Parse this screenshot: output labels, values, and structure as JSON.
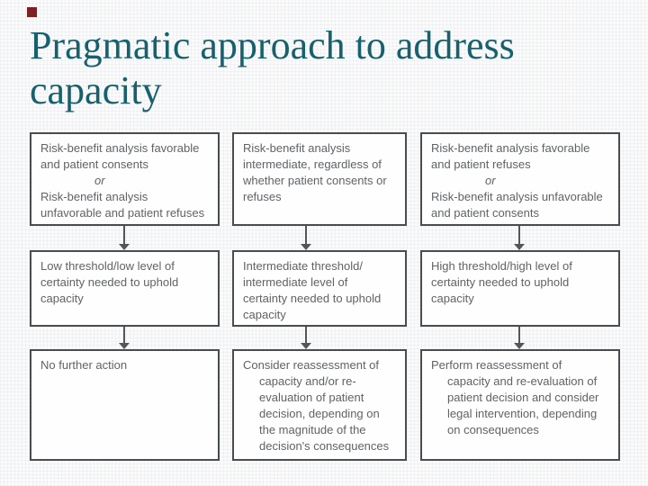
{
  "slide": {
    "title": "Pragmatic approach to address capacity"
  },
  "colors": {
    "title": "#17616e",
    "accent_square": "#7a2125",
    "box_border": "#4a4d50",
    "box_text": "#5f6367",
    "arrow": "#54575a"
  },
  "flowchart": {
    "row1": {
      "col1": {
        "part1": "Risk-benefit analysis favorable and patient consents",
        "connector": "or",
        "part2": "Risk-benefit analysis unfavorable and patient refuses"
      },
      "col2": {
        "text": "Risk-benefit analysis intermediate, regardless of whether patient consents or refuses"
      },
      "col3": {
        "part1": "Risk-benefit analysis favorable and patient refuses",
        "connector": "or",
        "part2": "Risk-benefit analysis unfavorable and patient consents"
      }
    },
    "row2": {
      "col1": {
        "text": "Low threshold/low level of certainty needed to uphold capacity"
      },
      "col2": {
        "text": "Intermediate threshold/ intermediate level of certainty needed to uphold capacity"
      },
      "col3": {
        "text": "High threshold/high level of certainty needed to uphold capacity"
      }
    },
    "row3": {
      "col1": {
        "text": "No further action"
      },
      "col2": {
        "text": "Consider reassessment of capacity and/or re-evaluation of patient decision, depending on the magnitude of the decision's consequences"
      },
      "col3": {
        "text": "Perform reassessment of capacity and re-evaluation of patient decision and consider legal intervention, depending on consequences"
      }
    }
  }
}
